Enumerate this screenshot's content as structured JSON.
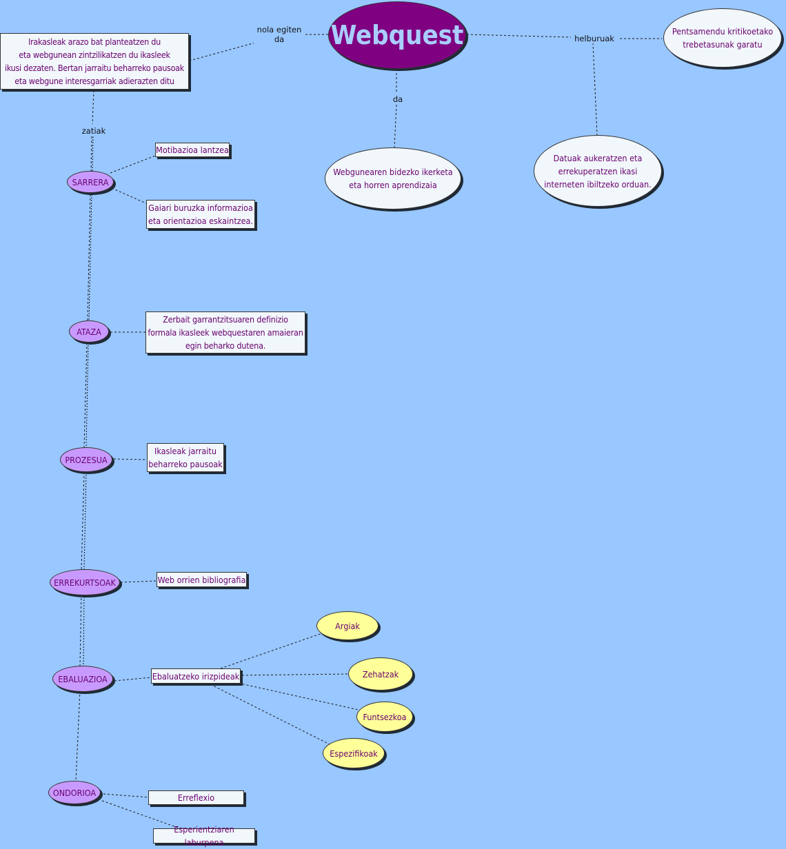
{
  "colors": {
    "background": "#99c7ff",
    "main_node": "#7f0080",
    "main_text": "#a9cdfc",
    "section_node": "#c89aff",
    "criteria_node": "#ffff99",
    "box_fill": "#f1f7fb",
    "text": "#6a006e"
  },
  "main": {
    "title": "Webquest"
  },
  "definition": {
    "link_label": "nola egiten\nda",
    "text": "Irakasleak arazo bat planteatzen du\neta webgunean zintzilikatzen du ikasleek\nikusi dezaten. Bertan jarraitu beharreko pausoak\neta webgune interesgarriak adierazten ditu"
  },
  "is": {
    "link_label": "da",
    "text": "Webgunearen bidezko ikerketa\neta horren aprendizaia"
  },
  "goals": {
    "link_label": "helburuak",
    "items": [
      "Pentsamendu kritikoetako\ntrebetasunak garatu",
      "Datuak aukeratzen eta\nerrekuperatzen ikasi\ninterneten ibiltzeko orduan."
    ]
  },
  "parts": {
    "link_label": "zatiak",
    "sections": [
      {
        "name": "SARRERA",
        "details": [
          "Motibazioa lantzea",
          "Gaiari buruzka informazioa\neta orientazioa eskaintzea."
        ]
      },
      {
        "name": "ATAZA",
        "details": [
          "Zerbait garrantzitsuaren definizio\nformala ikasleek webquestaren amaieran\negin beharko dutena."
        ]
      },
      {
        "name": "PROZESUA",
        "details": [
          "Ikasleak jarraitu\nbeharreko pausoak"
        ]
      },
      {
        "name": "ERREKURTSOAK",
        "details": [
          "Web orrien bibliografia"
        ]
      },
      {
        "name": "EBALUAZIOA",
        "details": [
          "Ebaluatzeko irizpideak"
        ]
      },
      {
        "name": "ONDORIOA",
        "details": [
          "Erreflexio",
          "Esperientziaren laburpena"
        ]
      }
    ]
  },
  "criteria": [
    "Argiak",
    "Zehatzak",
    "Funtsezkoa",
    "Espezifikoak"
  ]
}
